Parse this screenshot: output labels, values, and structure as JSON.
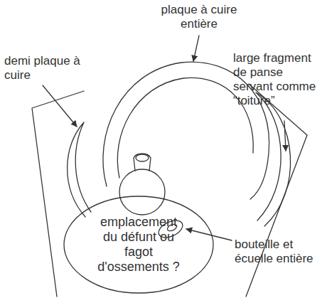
{
  "diagram": {
    "nodes": [
      {
        "text": [
          "emplacement du défunt ou fagot d'ossements ?"
        ]
      }
    ],
    "labels": [
      "plaque à cuire entière",
      "demi plaque à cuire",
      "large fragment de panse servant comme “toiture”",
      "bouteille et écuelle entière"
    ]
  }
}
